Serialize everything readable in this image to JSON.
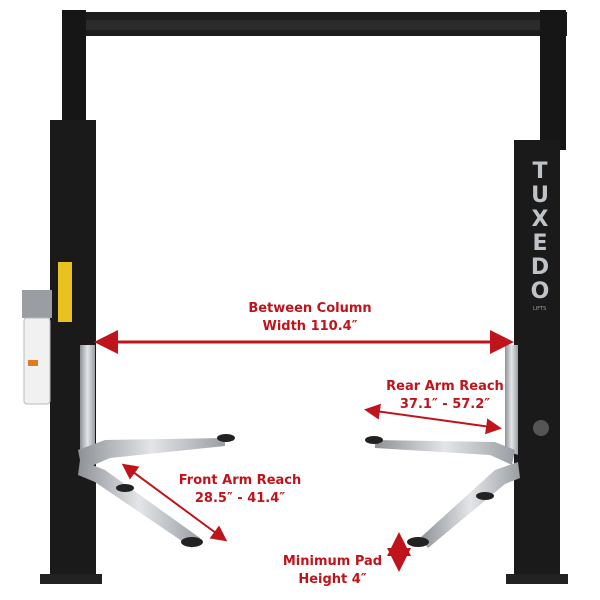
{
  "product": {
    "brand_lettering": "TUXEDO",
    "brand_sub": "LIFTS"
  },
  "annotations": {
    "column_width": {
      "line1": "Between Column",
      "line2": "Width 110.4″"
    },
    "rear_arm": {
      "line1": "Rear Arm Reach",
      "line2": "37.1″ - 57.2″"
    },
    "front_arm": {
      "line1": "Front Arm Reach",
      "line2": "28.5″ - 41.4″"
    },
    "pad_height": {
      "line1": "Minimum Pad",
      "line2": "Height 4″"
    }
  },
  "colors": {
    "annotation": "#c0141c",
    "column": "#1a1a1a",
    "arms": "#b8bcc0"
  }
}
